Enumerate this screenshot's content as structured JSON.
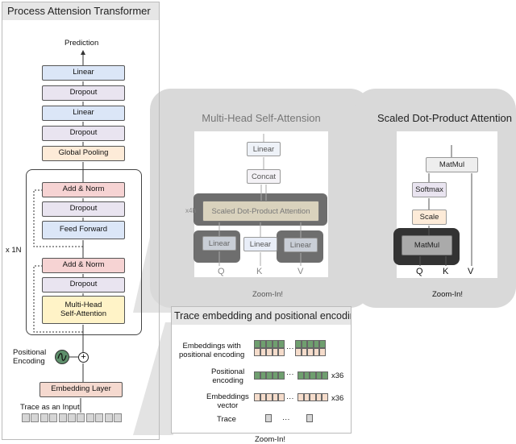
{
  "left_panel": {
    "title": "Process Attension Transformer",
    "prediction": "Prediction",
    "linear_top": "Linear",
    "dropout_top": "Dropout",
    "linear_mid": "Linear",
    "dropout_mid": "Dropout",
    "global_pooling": "Global Pooling",
    "add_norm_1": "Add & Norm",
    "dropout_1": "Dropout",
    "feed_forward": "Feed Forward",
    "add_norm_2": "Add & Norm",
    "dropout_2": "Dropout",
    "mha": "Multi-Head\nSelf-Attention",
    "repeat": "x 1N",
    "positional_encoding": "Positional\nEncoding",
    "embedding_layer": "Embedding Layer",
    "trace_input": "Trace as an Input"
  },
  "mhsa_panel": {
    "title": "Multi-Head Self-Attension",
    "linear_top": "Linear",
    "concat": "Concat",
    "sdpa": "Scaled Dot-Product Attention",
    "heads": "x4h",
    "linear_q": "Linear",
    "linear_k": "Linear",
    "linear_v": "Linear",
    "q": "Q",
    "k": "K",
    "v": "V",
    "zoom": "Zoom-In!"
  },
  "sdpa_panel": {
    "title": "Scaled Dot-Product Attention",
    "matmul_top": "MatMul",
    "softmax": "Softmax",
    "scale": "Scale",
    "matmul_bottom": "MatMul",
    "q": "Q",
    "k": "K",
    "v": "V",
    "zoom": "Zoom-In!"
  },
  "trace_panel": {
    "title": "Trace embedding and positional encoding",
    "emb_with_pos": "Embeddings with\npositional encoding",
    "positional": "Positional\nencoding",
    "embeddings_vector": "Embeddings\nvector",
    "trace": "Trace",
    "dots": "···",
    "x36a": "x36",
    "x36b": "x36",
    "zoom": "Zoom-In!"
  },
  "colors": {
    "pos_green": "#6f9f6f",
    "emb_peach": "#f5dccb",
    "trace_gray": "#d6d6d6",
    "panel_gray": "#e6e6e6"
  }
}
